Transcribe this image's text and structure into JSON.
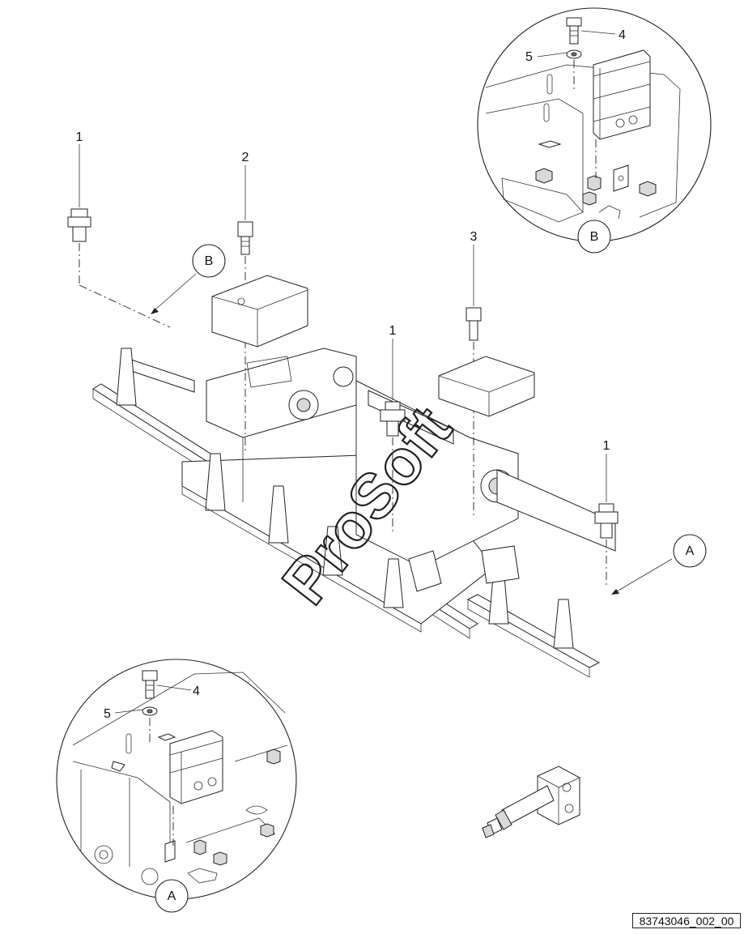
{
  "callouts": {
    "c1_left": "1",
    "c2": "2",
    "c3": "3",
    "c1_center": "1",
    "c1_right": "1",
    "c4_top": "4",
    "c5_top": "5",
    "c4_bottom": "4",
    "c5_bottom": "5"
  },
  "detail_views": {
    "a_main": "A",
    "b_main": "B",
    "a_detail": "A",
    "b_detail": "B"
  },
  "watermark": "ProSoft",
  "document_number": "83743046_002_00"
}
